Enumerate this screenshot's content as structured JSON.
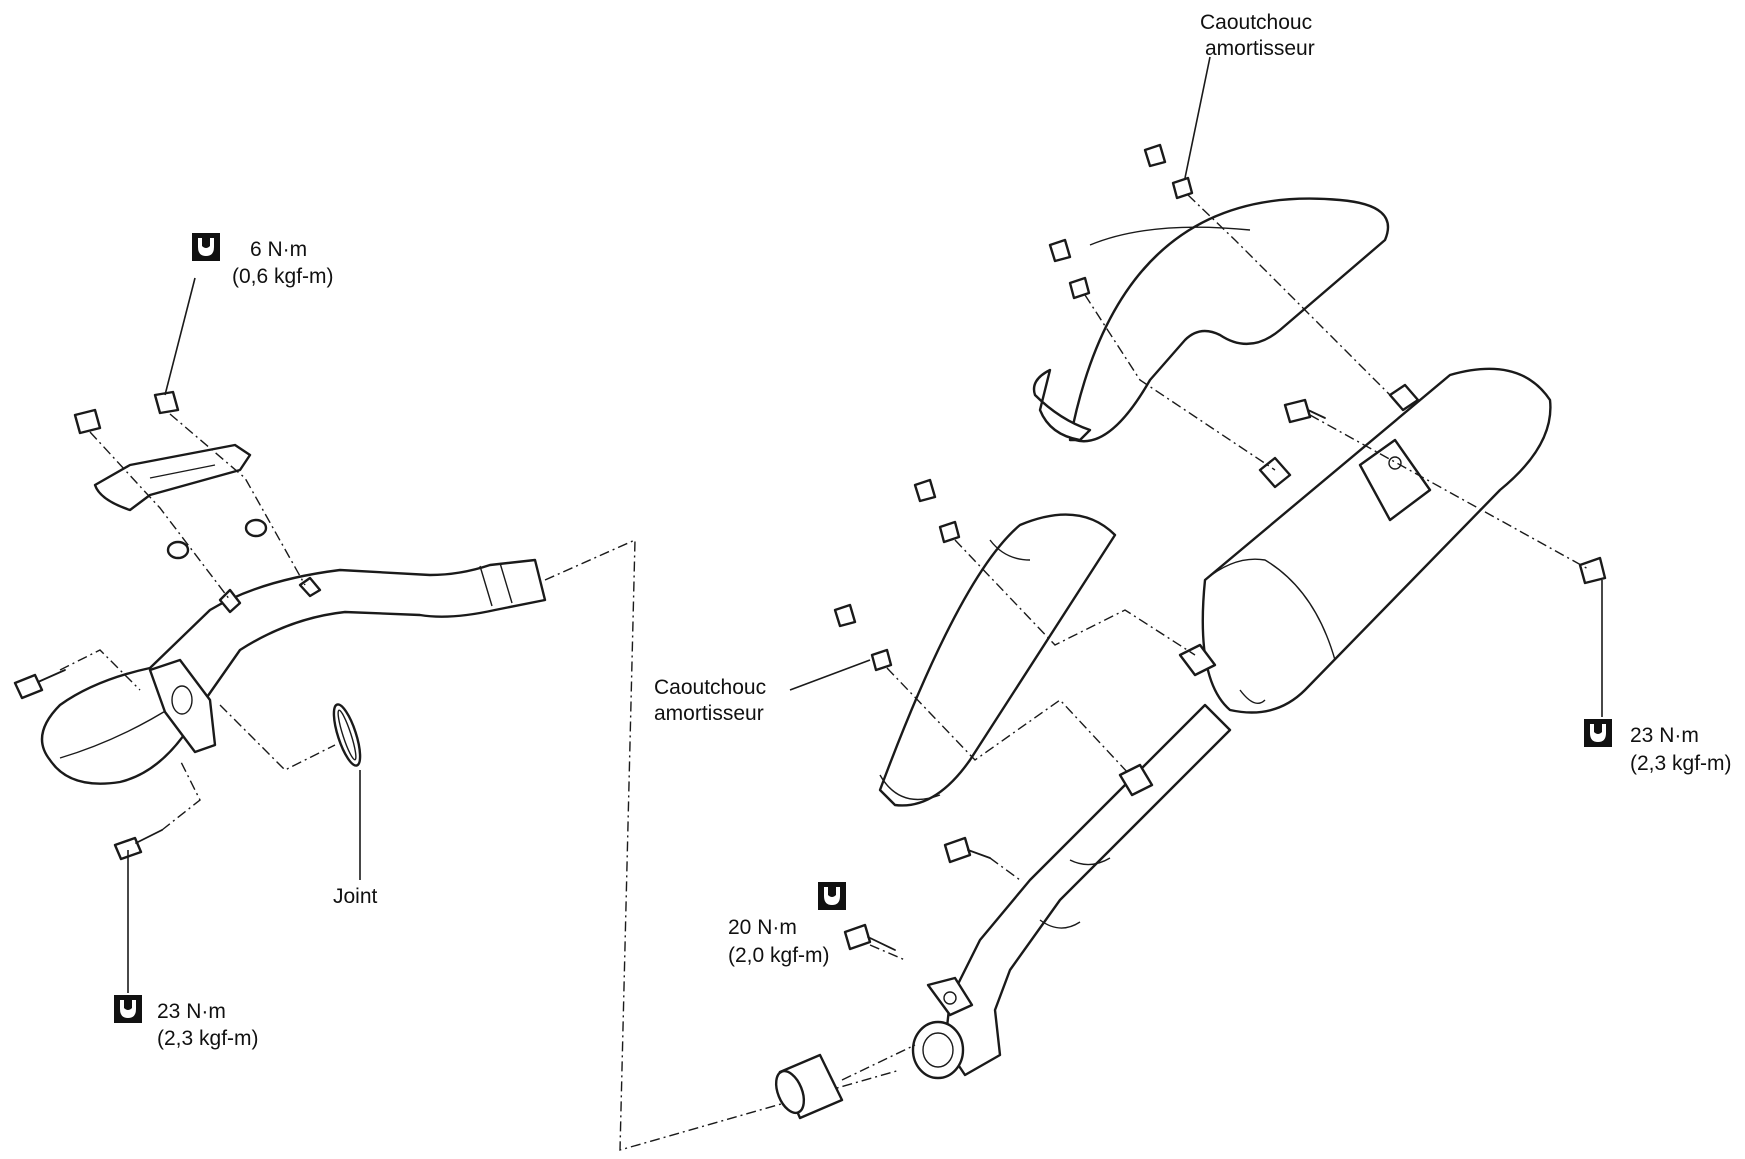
{
  "labels": {
    "torque_top_left": {
      "value": "6 N·m",
      "sub": "(0,6 kgf-m)",
      "icon": "torque-wrench-icon"
    },
    "torque_bottom_left": {
      "value": "23 N·m",
      "sub": "(2,3 kgf-m)",
      "icon": "torque-wrench-icon"
    },
    "torque_right": {
      "value": "23 N·m",
      "sub": "(2,3 kgf-m)",
      "icon": "torque-wrench-icon"
    },
    "torque_center": {
      "value": "20 N·m",
      "sub": "(2,0 kgf-m)",
      "icon": "torque-wrench-icon"
    },
    "joint": "Joint",
    "rubber_top": {
      "line1": "Caoutchouc",
      "line2": "amortisseur"
    },
    "rubber_middle": {
      "line1": "Caoutchouc",
      "line2": "amortisseur"
    }
  },
  "colors": {
    "ink": "#1a1a1a",
    "paper": "#ffffff"
  }
}
